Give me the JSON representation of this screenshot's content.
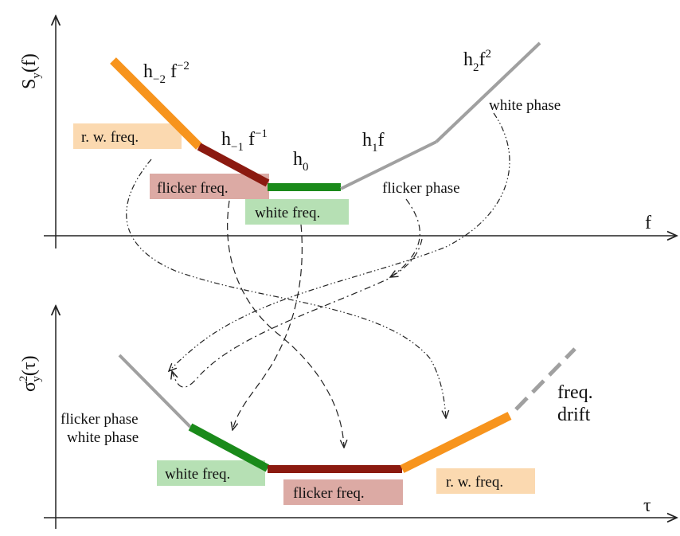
{
  "spectrum_panel": {
    "y_axis_label": "S",
    "y_axis_sub": "y",
    "y_axis_arg": "(f)",
    "x_axis_label": "f",
    "terms": {
      "hm2": {
        "h": "h",
        "sub": "−2",
        "rest": " f",
        "sup": "−2"
      },
      "hm1": {
        "h": "h",
        "sub": "−1",
        "rest": " f",
        "sup": "−1"
      },
      "h0": {
        "h": "h",
        "sub": "0"
      },
      "h1": {
        "h": "h",
        "sub": "1",
        "rest": "f"
      },
      "h2": {
        "h": "h",
        "sub": "2",
        "rest": "f",
        "sup": "2"
      }
    },
    "labels": {
      "rw_freq": "r. w. freq.",
      "flicker_freq": "flicker freq.",
      "white_freq": "white freq.",
      "flicker_phase": "flicker phase",
      "white_phase": "white phase"
    }
  },
  "allan_panel": {
    "y_axis_label": "σ",
    "y_axis_sup": "2",
    "y_axis_sub": "y",
    "y_axis_arg": "(τ)",
    "x_axis_label": "τ",
    "labels": {
      "flicker_phase": "flicker phase",
      "white_phase": "white phase",
      "white_freq": "white freq.",
      "flicker_freq": "flicker freq.",
      "rw_freq": "r. w. freq.",
      "freq": "freq.",
      "drift": "drift"
    }
  },
  "colors": {
    "rw_freq": "#f7941d",
    "flicker_freq": "#8b1a10",
    "white_freq": "#1a8a1a",
    "phase": "#a0a0a0",
    "rw_freq_bg": "#fbd9b0",
    "flicker_freq_bg": "#dcaaa4",
    "white_freq_bg": "#b6e0b4"
  }
}
